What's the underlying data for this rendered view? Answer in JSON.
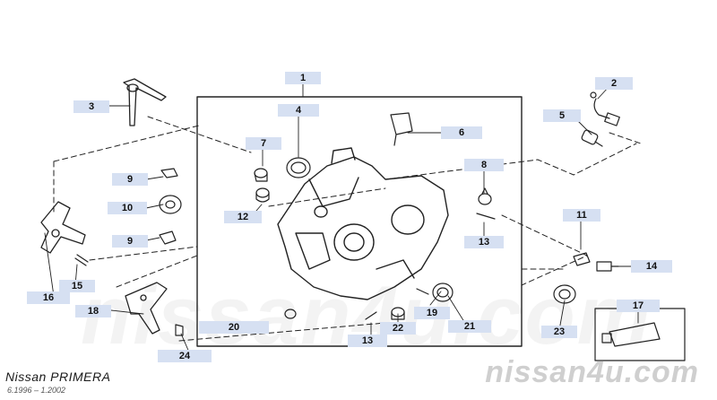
{
  "diagram": {
    "callouts": [
      {
        "id": "c1",
        "label": "1"
      },
      {
        "id": "c2",
        "label": "2"
      },
      {
        "id": "c3",
        "label": "3"
      },
      {
        "id": "c4",
        "label": "4"
      },
      {
        "id": "c5",
        "label": "5"
      },
      {
        "id": "c6",
        "label": "6"
      },
      {
        "id": "c7",
        "label": "7"
      },
      {
        "id": "c8",
        "label": "8"
      },
      {
        "id": "c9a",
        "label": "9"
      },
      {
        "id": "c9b",
        "label": "9"
      },
      {
        "id": "c10",
        "label": "10"
      },
      {
        "id": "c11",
        "label": "11"
      },
      {
        "id": "c12",
        "label": "12"
      },
      {
        "id": "c13a",
        "label": "13"
      },
      {
        "id": "c13b",
        "label": "13"
      },
      {
        "id": "c14",
        "label": "14"
      },
      {
        "id": "c15",
        "label": "15"
      },
      {
        "id": "c16",
        "label": "16"
      },
      {
        "id": "c17",
        "label": "17"
      },
      {
        "id": "c18",
        "label": "18"
      },
      {
        "id": "c19",
        "label": "19"
      },
      {
        "id": "c20",
        "label": "20"
      },
      {
        "id": "c21",
        "label": "21"
      },
      {
        "id": "c22",
        "label": "22"
      },
      {
        "id": "c23",
        "label": "23"
      },
      {
        "id": "c24",
        "label": "24"
      }
    ]
  },
  "branding": {
    "model": "Nissan PRIMERA",
    "years": "6.1996 – 1.2002",
    "site": "nissan4u.com",
    "watermark": "nissan4u.com"
  },
  "colors": {
    "callout_bg": "#d6e0f2",
    "line": "#222222"
  }
}
